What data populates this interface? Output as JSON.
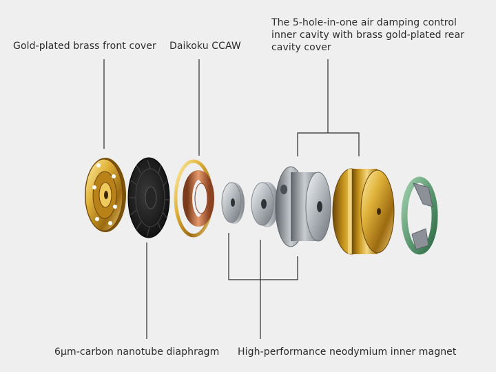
{
  "labels": {
    "front_cover": "Gold-plated brass front cover",
    "ccaw": "Daikoku CCAW",
    "cavity_line1": "The 5-hole-in-one air damping control",
    "cavity_line2": "inner cavity with brass gold-plated rear",
    "cavity_line3": "cavity cover",
    "diaphragm": "6μm-carbon nanotube diaphragm",
    "magnet": "High-performance neodymium inner magnet"
  },
  "colors": {
    "background": "#efefef",
    "gold": "#c9971c",
    "copper": "#b8643a",
    "silver": "#a9aeb3",
    "black": "#1c1c1c",
    "green": "#6ea882",
    "leader_line": "#2b2b2b"
  },
  "parts": [
    {
      "icon": "front-cover-icon"
    },
    {
      "icon": "diaphragm-icon"
    },
    {
      "icon": "ccaw-coil-icon"
    },
    {
      "icon": "magnet-washer-icon"
    },
    {
      "icon": "magnet-disc-icon"
    },
    {
      "icon": "inner-cavity-icon"
    },
    {
      "icon": "rear-cavity-cover-icon"
    },
    {
      "icon": "damping-ring-icon"
    }
  ]
}
